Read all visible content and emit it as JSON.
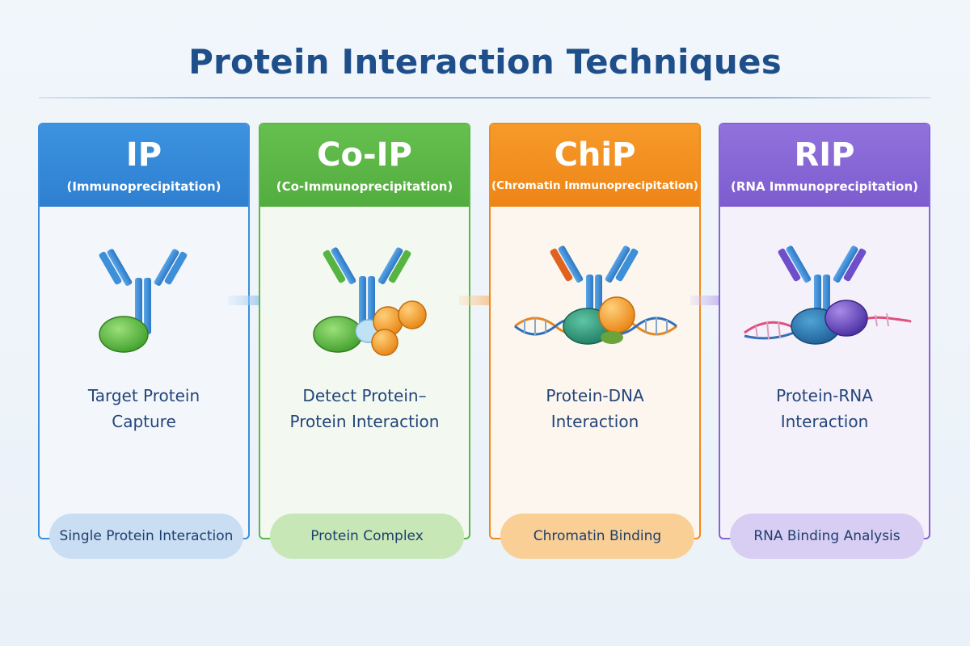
{
  "title": "Protein Interaction Techniques",
  "colors": {
    "ip": "#3b8fdc",
    "coip": "#5cb848",
    "chip": "#f08a1c",
    "rip": "#8863d6",
    "title": "#1f4f8a"
  },
  "cards": [
    {
      "abbr": "IP",
      "full": "(Immunoprecipitation)",
      "description": "Target Protein\nCapture",
      "pill": "Single Protein Interaction",
      "icon": "antibody-with-green-protein"
    },
    {
      "abbr": "Co-IP",
      "full": "(Co-Immunoprecipitation)",
      "description": "Detect Protein–\nProtein Interaction",
      "pill": "Protein Complex",
      "icon": "antibody-with-protein-complex"
    },
    {
      "abbr": "ChiP",
      "full": "(Chromatin Immunoprecipitation)",
      "description": "Protein-DNA\nInteraction",
      "pill": "Chromatin Binding",
      "icon": "antibody-with-protein-on-dna-helix"
    },
    {
      "abbr": "RIP",
      "full": "(RNA Immunoprecipitation)",
      "description": "Protein-RNA\nInteraction",
      "pill": "RNA Binding Analysis",
      "icon": "antibody-with-protein-on-rna-strand"
    }
  ]
}
